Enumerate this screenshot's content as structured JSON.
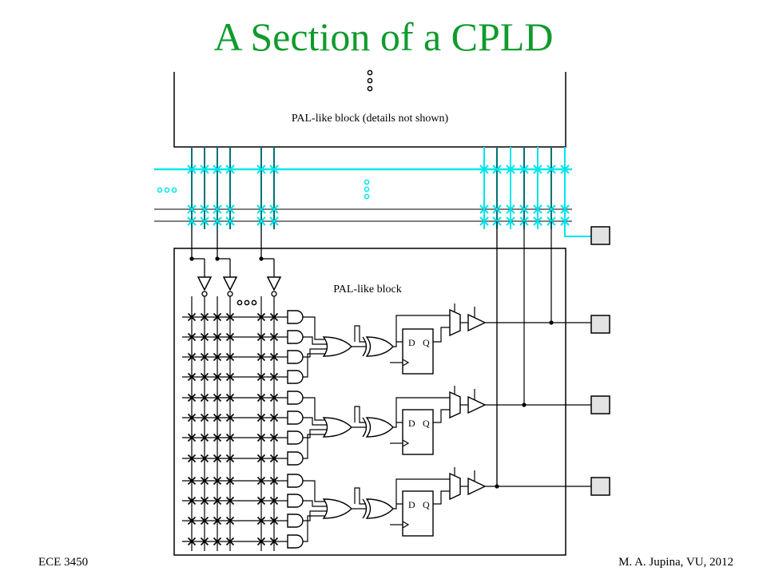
{
  "slide": {
    "title": "A Section of a CPLD"
  },
  "blocks": {
    "upper_label": "PAL-like block (details not shown)",
    "lower_label": "PAL-like block"
  },
  "flipflop": {
    "d_label": "D",
    "q_label": "Q"
  },
  "colors": {
    "title": "#0f9b2c",
    "interconnect": "#00e5ee",
    "wire": "#000000",
    "io_pad": "#e2e2e2"
  },
  "footer": {
    "left": "ECE 3450",
    "right": "M. A. Jupina, VU, 2012"
  }
}
